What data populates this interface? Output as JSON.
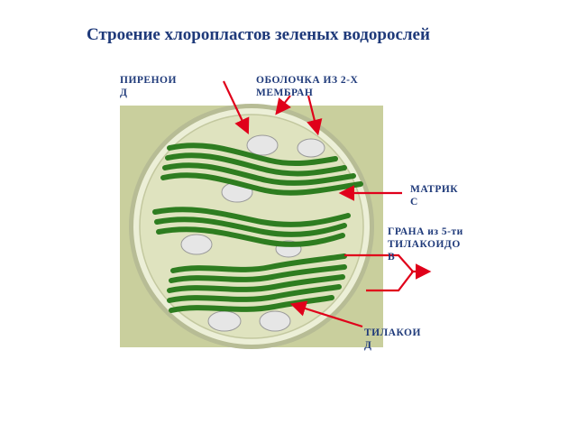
{
  "title": "Строение хлоропластов зеленых водорослей",
  "labels": {
    "pyrenoid": [
      "ПИРЕНОИ",
      "Д"
    ],
    "envelope": [
      "ОБОЛОЧКА ИЗ 2-Х",
      "МЕМБРАН"
    ],
    "matrix": [
      "МАТРИК",
      "С"
    ],
    "grana": [
      "ГРАНА из 5-ти",
      "ТИЛАКОИДО",
      "В"
    ],
    "thylakoid": [
      "ТИЛАКОИ",
      "Д"
    ]
  },
  "colors": {
    "title_text": "#1f3a7a",
    "background_square": "#c9cf9d",
    "stroma": "#dfe3bf",
    "envelope_outer": "#b7bc95",
    "envelope_inner": "#ecefd7",
    "thylakoid": "#2e7d20",
    "pyrenoid": "#e6e6e6",
    "arrow": "#e0001a"
  }
}
